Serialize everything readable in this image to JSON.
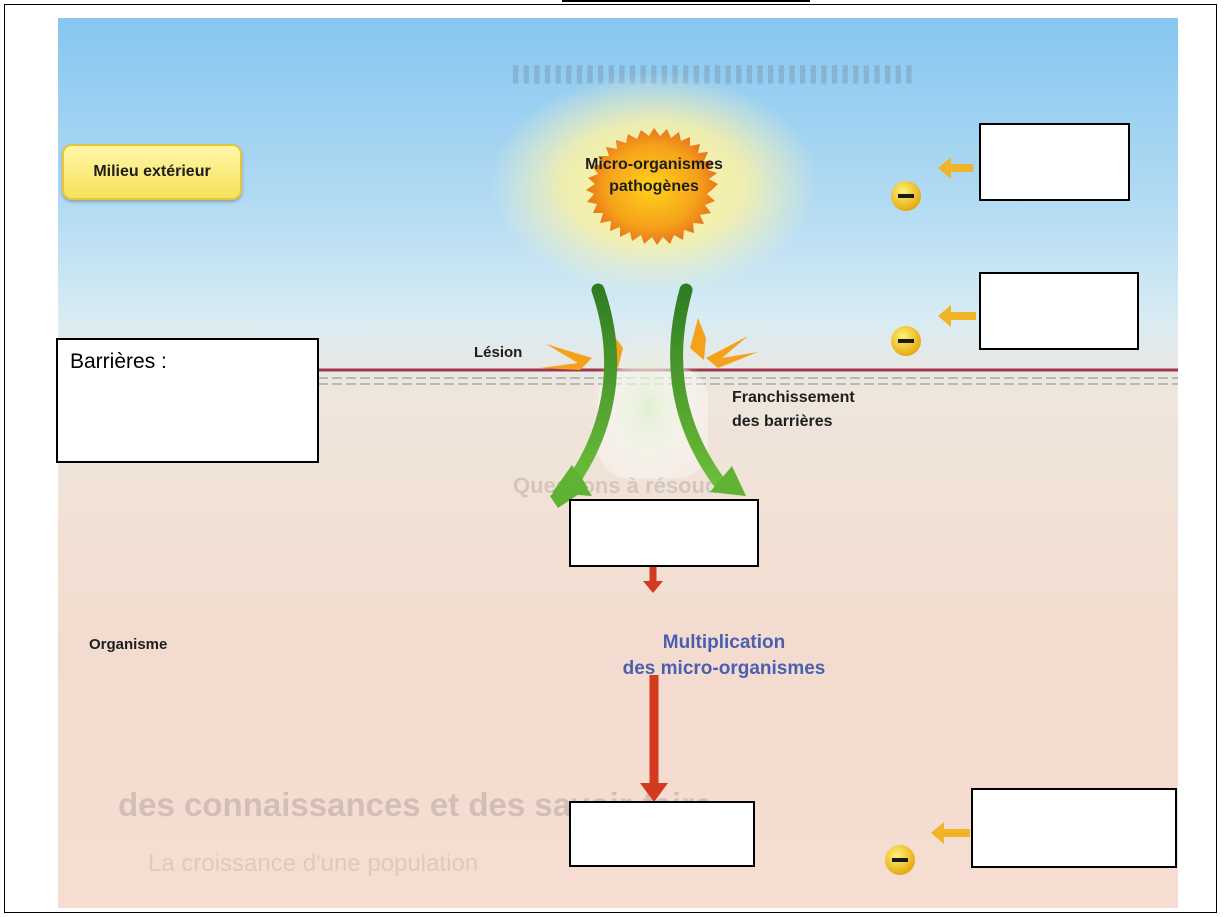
{
  "labels": {
    "milieu": "Milieu extérieur",
    "micro_line1": "Micro-organismes",
    "micro_line2": "pathogènes",
    "lesion": "Lésion",
    "franchissement_line1": "Franchissement",
    "franchissement_line2": "des barrières",
    "organisme": "Organisme",
    "multiplication_line1": "Multiplication",
    "multiplication_line2": "des micro-organismes"
  },
  "boxes": {
    "barrieres_label": "Barrières :"
  },
  "background_text": {
    "heading": "des connaissances et des savoir-faire",
    "subheading": "La croissance d'une population",
    "question": "Questions à résoudre"
  },
  "colors": {
    "green_arrow": "#3f8f2a",
    "red_arrow": "#d43a1f",
    "orange_arrow": "#f0b429",
    "minus_badge": "#f2c416",
    "skin_line": "#9b3a4a",
    "multiplication_text": "#4a5fb0"
  },
  "icons": [
    "minus-badge-icon",
    "burst-icon"
  ]
}
